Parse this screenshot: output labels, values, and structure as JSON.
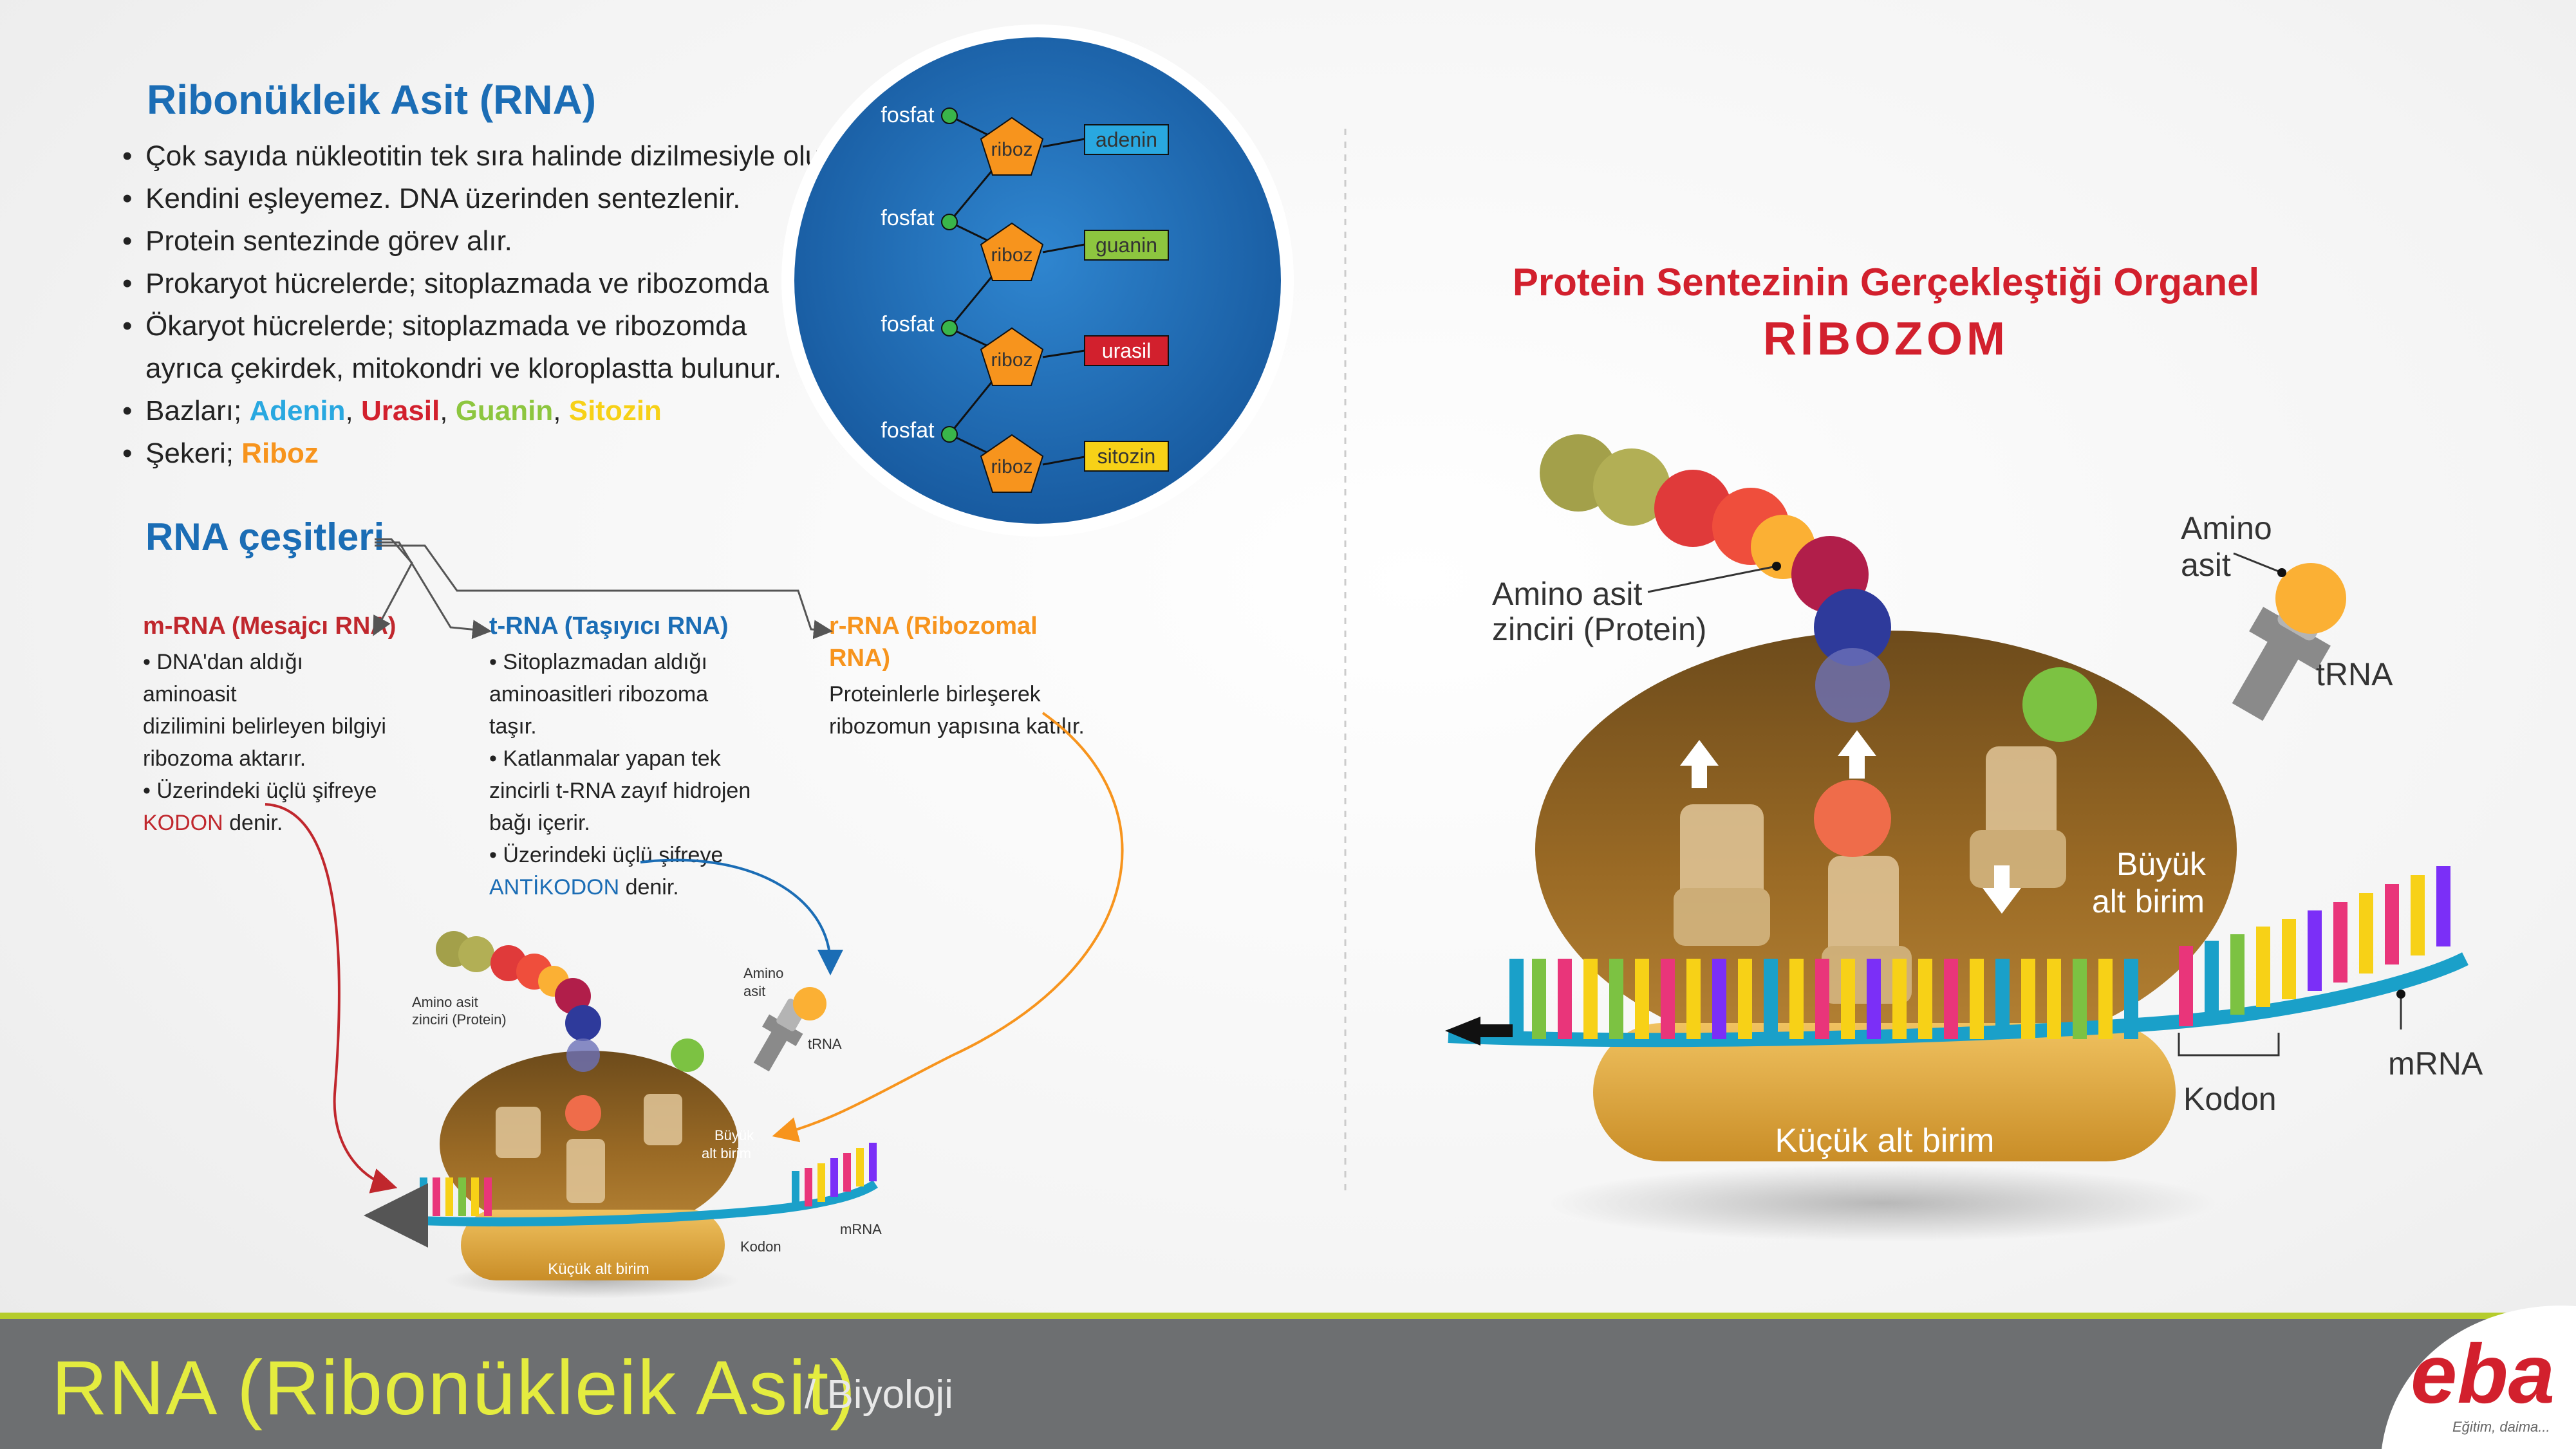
{
  "rna": {
    "title": "Ribonükleik Asit (RNA)",
    "props": [
      "Çok sayıda nükleotitin tek sıra halinde dizilmesiyle oluşur.",
      "Kendini eşleyemez. DNA üzerinden sentezlenir.",
      "Protein sentezinde görev alır.",
      "Prokaryot hücrelerde; sitoplazmada ve ribozomda",
      "Ökaryot hücrelerde; sitoplazmada ve ribozomda",
      "ayrıca çekirdek, mitokondri ve kloroplastta bulunur."
    ],
    "bases_prefix": "Bazları; ",
    "bases": [
      "Adenin",
      "Urasil",
      "Guanin",
      "Sitozin"
    ],
    "sugar_prefix": "Şekeri; ",
    "sugar": "Riboz"
  },
  "nucleotide_diagram": {
    "phosphate": "fosfat",
    "sugar": "riboz",
    "bases": [
      {
        "name": "adenin",
        "color": "#29a8e0"
      },
      {
        "name": "guanin",
        "color": "#8dc63f"
      },
      {
        "name": "urasil",
        "color": "#d2202d"
      },
      {
        "name": "sitozin",
        "color": "#f7d117"
      }
    ]
  },
  "types": {
    "title": "RNA çeşitleri",
    "mrna": {
      "name": "m-RNA (Mesajcı RNA)",
      "lines": [
        "• DNA'dan aldığı aminoasit",
        "dizilimini belirleyen bilgiyi",
        "ribozoma aktarır.",
        "• Üzerindeki üçlü şifreye"
      ],
      "kw": "KODON",
      "tail": " denir."
    },
    "trna": {
      "name": "t-RNA (Taşıyıcı RNA)",
      "lines": [
        "• Sitoplazmadan aldığı",
        "aminoasitleri ribozoma taşır.",
        "• Katlanmalar yapan tek",
        "zincirli t-RNA zayıf hidrojen",
        "bağı içerir.",
        "• Üzerindeki üçlü şifreye"
      ],
      "kw": "ANTİKODON",
      "tail": " denir."
    },
    "rrna": {
      "name": "r-RNA (Ribozomal RNA)",
      "lines": [
        "Proteinlerle birleşerek",
        "ribozomun yapısına katılır."
      ]
    }
  },
  "ribosome": {
    "heading": "Protein Sentezinin Gerçekleştiği Organel",
    "name": "RİBOZOM",
    "labels": {
      "chain1": "Amino asit",
      "chain2": "zinciri (Protein)",
      "amino1": "Amino",
      "amino2": "asit",
      "trna": "tRNA",
      "large1": "Büyük",
      "large2": "alt birim",
      "small": "Küçük alt birim",
      "codon": "Kodon",
      "mrna": "mRNA"
    }
  },
  "footer": {
    "title": "RNA (Ribonükleik Asit)",
    "subject": "/ Biyoloji",
    "logo": "eba",
    "slogan": "Eğitim, daima..."
  }
}
